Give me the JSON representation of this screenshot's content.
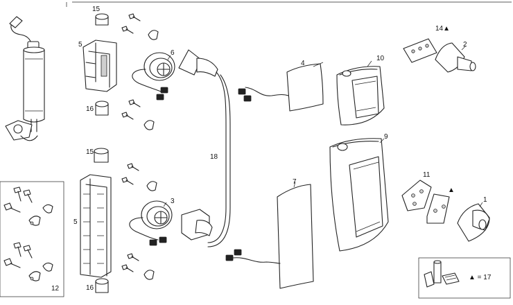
{
  "diagram": {
    "labels": {
      "l1": "1",
      "l2": "2",
      "l3": "3",
      "l4": "4",
      "l5a": "5",
      "l5b": "5",
      "l6": "6",
      "l7": "7",
      "l9": "9",
      "l10": "10",
      "l11": "11",
      "l12": "12",
      "l14": "14",
      "l15a": "15",
      "l15b": "15",
      "l16a": "16",
      "l16b": "16",
      "l18": "18"
    },
    "legend": {
      "text": "▲ = 17"
    },
    "marker_symbol": "▲",
    "colors": {
      "line": "#222222",
      "background": "#ffffff"
    }
  }
}
